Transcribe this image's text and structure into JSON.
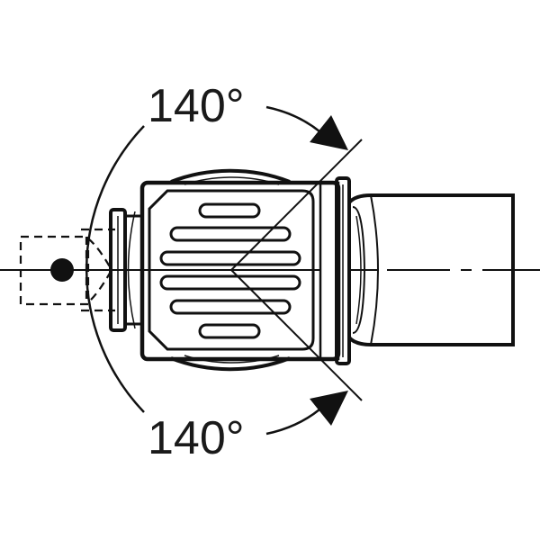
{
  "diagram": {
    "subject": "floor drain with rotatable outlet pipe",
    "labels": {
      "angle_top": "140°",
      "angle_bottom": "140°"
    },
    "colors": {
      "line": "#111111",
      "background": "#ffffff",
      "text": "#1a1a1a"
    }
  }
}
